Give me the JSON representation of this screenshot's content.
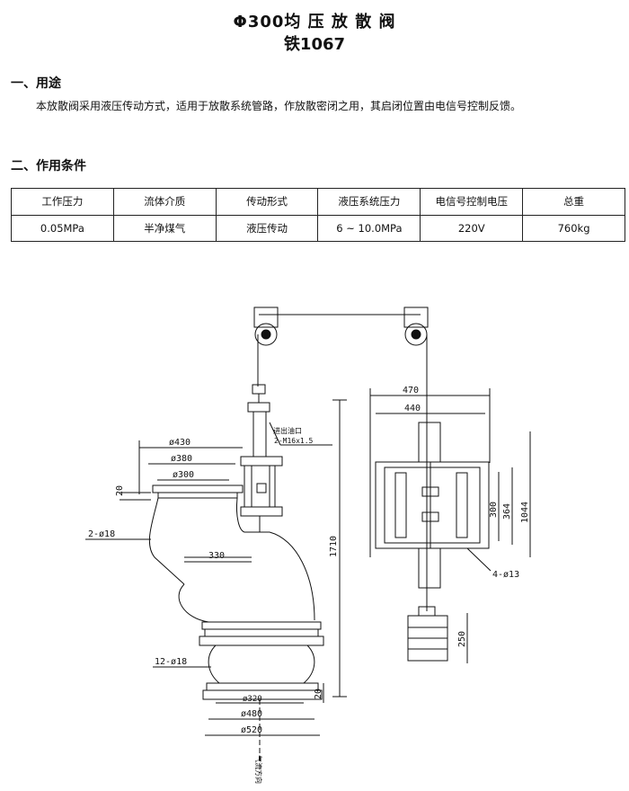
{
  "title": "Φ300均 压 放 散 阀",
  "subtitle": "铁1067",
  "section1": {
    "heading": "一、用途",
    "text": "本放散阀采用液压传动方式，适用于放散系统管路，作放散密闭之用，其启闭位置由电信号控制反馈。"
  },
  "section2": {
    "heading": "二、作用条件",
    "table": {
      "headers": [
        "工作压力",
        "流体介质",
        "传动形式",
        "液压系统压力",
        "电信号控制电压",
        "总重"
      ],
      "values": [
        "0.05MPa",
        "半净煤气",
        "液压传动",
        "6 ~ 10.0MPa",
        "220V",
        "760kg"
      ]
    }
  },
  "drawing": {
    "dims": {
      "d430": "ø430",
      "d380": "ø380",
      "d300": "ø300",
      "h20": "20",
      "holes_2": "2-ø18",
      "d330": "330",
      "h1710": "1710",
      "thread": "2-M16x1.5",
      "port": "进出油口",
      "w470": "470",
      "w440": "440",
      "h300": "300",
      "h364": "364",
      "h1044": "1044",
      "holes_4": "4-ø13",
      "h250": "250",
      "holes_12": "12-ø18",
      "d320": "ø320",
      "d480": "ø480",
      "d520": "ø520",
      "h20b": "20",
      "flow": "气流方向"
    }
  }
}
